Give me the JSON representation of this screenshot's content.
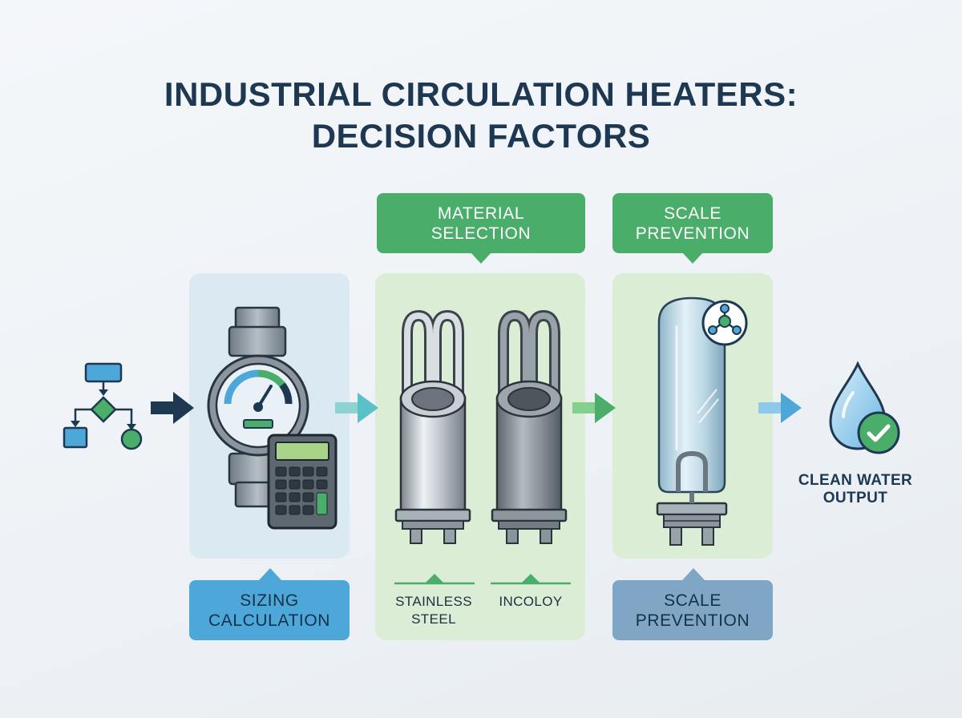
{
  "title": {
    "line1": "INDUSTRIAL CIRCULATION HEATERS:",
    "line2": "DECISION FACTORS"
  },
  "material_callout": {
    "line1": "MATERIAL",
    "line2": "SELECTION"
  },
  "scale_callout_top": {
    "line1": "SCALE",
    "line2": "PREVENTION"
  },
  "sizing_label": {
    "line1": "SIZING",
    "line2": "CALCULATION"
  },
  "stainless_label": {
    "line1": "STAINLESS",
    "line2": "STEEL"
  },
  "incoloy_label": {
    "line1": "INCOLOY"
  },
  "scale_label_bottom": {
    "line1": "SCALE",
    "line2": "PREVENTION"
  },
  "output_label": {
    "line1": "CLEAN WATER",
    "line2": "OUTPUT"
  },
  "icons": [
    "flowchart-icon",
    "flow-meter-icon",
    "calculator-icon",
    "heater-element-icon",
    "molecule-icon",
    "water-drop-icon",
    "checkmark-icon"
  ],
  "colors": {
    "navy": "#1d3850",
    "blue_callout": "#4da7d9",
    "green_callout": "#4aad6a",
    "steel_blue_callout": "#7fa7c5",
    "blue_panel": "#dbe9f3",
    "green_panel": "#dcedd6"
  }
}
